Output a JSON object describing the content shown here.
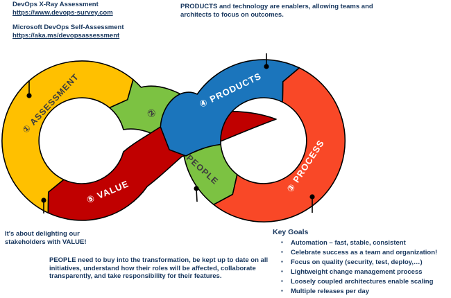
{
  "resources": {
    "item1_title": "DevOps X-Ray Assessment",
    "item1_url": "https://www.devops-survey.com",
    "item2_title": "Microsoft DevOps Self-Assessment",
    "item2_url": "https://aka.ms/devopsassessment"
  },
  "annotations": {
    "products_note": "PRODUCTS and technology are enablers, allowing teams and architects to focus on outcomes.",
    "value_note": "It's about delighting our stakeholders with VALUE!",
    "people_note": "PEOPLE need to buy into the transformation, be kept up to date on all initiatives, understand how their roles will be affected, collaborate transparently, and take responsibility for their features."
  },
  "key_goals": {
    "title": "Key Goals",
    "bullet_glyph": "▪",
    "items": [
      "Automation – fast, stable, consistent",
      "Celebrate success as a team and organization!",
      "Focus on quality (security, test, deploy,…)",
      "Lightweight change management process",
      "Loosely coupled architectures enable scaling",
      "Multiple releases per day"
    ]
  },
  "loop": {
    "labels": {
      "assessment": "① ASSESSMENT",
      "people_number": "②",
      "people_word": "PEOPLE",
      "process": "③ PROCESS",
      "products": "④ PRODUCTS",
      "value": "⑤ VALUE"
    }
  },
  "colors": {
    "assessment_yellow": "#FFC000",
    "people_green": "#7CC242",
    "value_red": "#C00000",
    "products_blue": "#1B75BC",
    "process_orange": "#F94827",
    "ink_navy": "#17365D",
    "dark_label": "#3D3D3D",
    "white_label": "#FFFFFF"
  }
}
